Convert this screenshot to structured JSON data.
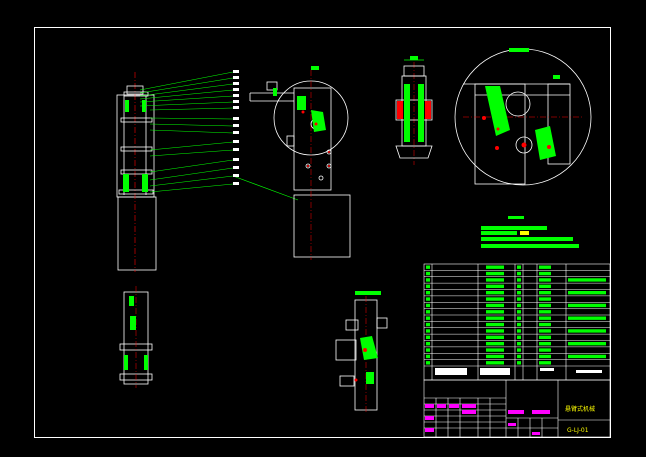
{
  "drawing": {
    "background": "#000000",
    "colors": {
      "border": "#ffffff",
      "outline": "#ffffff",
      "leader": "#00ff00",
      "hatch": "#00ff00",
      "center": "#ff0000",
      "highlight": "#ff00ff",
      "accent_yellow": "#ffff00",
      "dimension": "#00ff00"
    },
    "title_block": {
      "part_name": "悬臂式机械",
      "drawing_number": "G-LJ-01"
    },
    "parts_table": {
      "row_count": 16
    },
    "balloon_count": 16
  }
}
